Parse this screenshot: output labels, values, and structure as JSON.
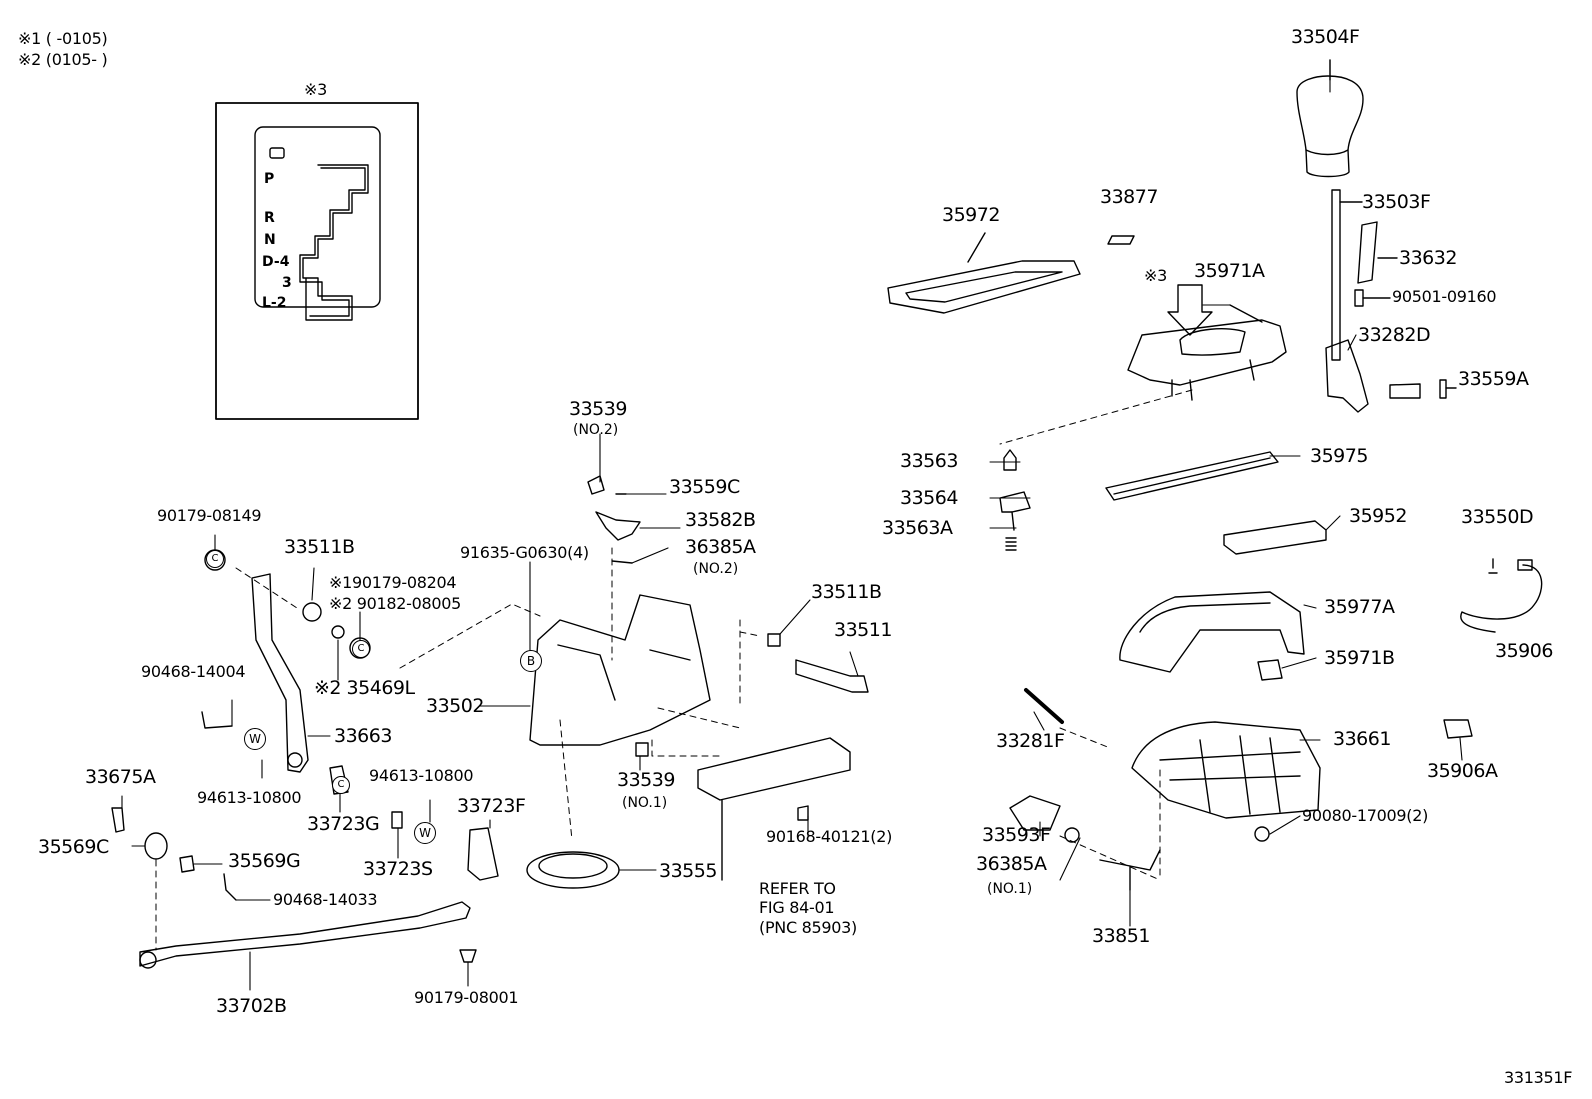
{
  "notes": {
    "n1": "※1 (      -0105)",
    "n2": "※2 (0105-      )",
    "inset_title": "※3"
  },
  "gate_positions": [
    "P",
    "R",
    "N",
    "D-4",
    "3",
    "L-2"
  ],
  "parts": {
    "p33504F": "33504F",
    "p33503F": "33503F",
    "p33632": "33632",
    "p90501_09160": "90501-09160",
    "p33282D": "33282D",
    "p33559A": "33559A",
    "p35972": "35972",
    "p33877": "33877",
    "p35971A": "35971A",
    "ref3": "※3",
    "p33563": "33563",
    "p33564": "33564",
    "p33563A": "33563A",
    "p35975": "35975",
    "p35952": "35952",
    "p33550D": "33550D",
    "p35906": "35906",
    "p35977A": "35977A",
    "p35971B": "35971B",
    "p33281F": "33281F",
    "p33661": "33661",
    "p35906A": "35906A",
    "p90080_17009": "90080-17009(2)",
    "p33593F": "33593F",
    "p36385A_1": "36385A",
    "no1_b": "(NO.1)",
    "p33851": "33851",
    "p33539_a": "33539",
    "no2_a": "(NO.2)",
    "p33559C": "33559C",
    "p33582B": "33582B",
    "p91635": "91635-G0630(4)",
    "p36385A_2": "36385A",
    "no2_b": "(NO.2)",
    "p33511B_r": "33511B",
    "p33511": "33511",
    "p33502": "33502",
    "p33539_b": "33539",
    "no1_a": "(NO.1)",
    "p90168": "90168-40121(2)",
    "p33555": "33555",
    "refer1": "REFER TO",
    "refer2": "FIG 84-01",
    "refer3": "(PNC 85903)",
    "p90179_08149": "90179-08149",
    "p33511B_l": "33511B",
    "p90179_08204": "※190179-08204",
    "p90182_08005": "※2 90182-08005",
    "p35469L": "※2 35469L",
    "p90468_14004": "90468-14004",
    "p33663": "33663",
    "p94613_a": "94613-10800",
    "p94613_b": "94613-10800",
    "p33723G": "33723G",
    "p33723S": "33723S",
    "p33723F": "33723F",
    "p33675A": "33675A",
    "p35569C": "35569C",
    "p35569G": "35569G",
    "p90468_14033": "90468-14033",
    "p33702B": "33702B",
    "p90179_08001": "90179-08001"
  },
  "badges": {
    "b": "B",
    "c1": "C",
    "c2": "C",
    "c3": "C",
    "w1": "W",
    "w2": "W"
  },
  "figure_code": "331351F"
}
